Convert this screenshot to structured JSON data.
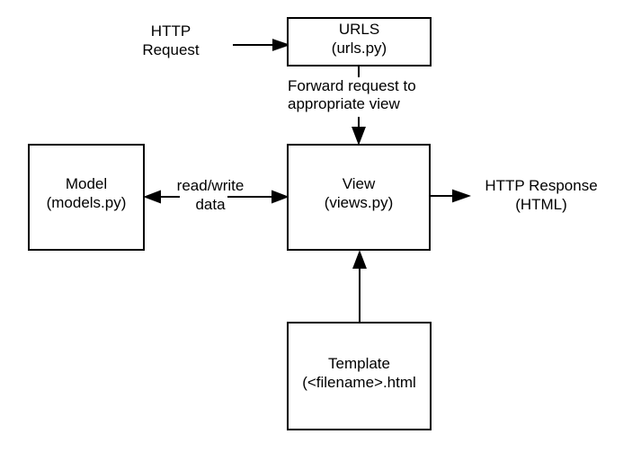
{
  "colors": {
    "stroke": "#000000",
    "background": "#ffffff",
    "text": "#000000"
  },
  "boxes": {
    "urls": {
      "title": "URLS",
      "subtitle": "(urls.py)"
    },
    "model": {
      "title": "Model",
      "subtitle": "(models.py)"
    },
    "view": {
      "title": "View",
      "subtitle": "(views.py)"
    },
    "template": {
      "title": "Template",
      "subtitle": "(<filename>.html"
    }
  },
  "labels": {
    "http_request": {
      "line1": "HTTP",
      "line2": "Request"
    },
    "forward": {
      "line1": "Forward request to",
      "line2": "appropriate view"
    },
    "read_write": {
      "line1": "read/write",
      "line2": "data"
    },
    "http_response": {
      "line1": "HTTP Response",
      "line2": "(HTML)"
    }
  }
}
